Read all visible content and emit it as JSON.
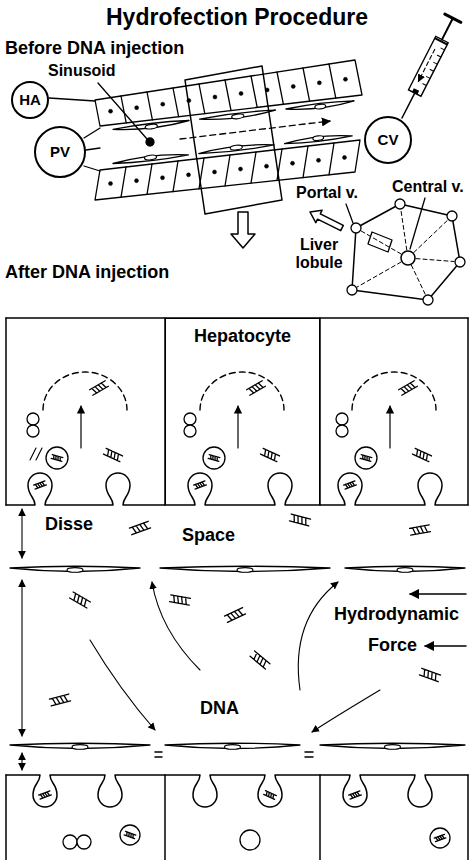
{
  "diagram": {
    "title": "Hydrofection Procedure",
    "nodes": [
      {
        "text": [
          "HA"
        ]
      },
      {
        "text": [
          "PV"
        ]
      },
      {
        "text": [
          "CV"
        ]
      },
      {
        "text": [
          "Hepatocyte"
        ]
      }
    ],
    "labels": [
      "Before DNA injection",
      "Sinusoid",
      "Central v.",
      "Portal v.",
      "Liver lobule",
      "After DNA injection",
      "Disse",
      "Space",
      "Hydrodynamic",
      "Force",
      "DNA"
    ]
  }
}
